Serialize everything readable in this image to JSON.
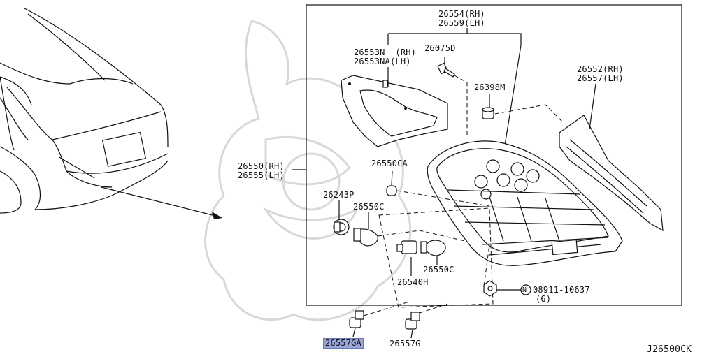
{
  "diagram_id": "J26500CK",
  "part_labels": {
    "p26554": "26554(RH)",
    "p26559": "26559(LH)",
    "p26553n": "26553N  (RH)",
    "p26553na": "26553NA(LH)",
    "p26075d": "26075D",
    "p26398m": "26398M",
    "p26552": "26552(RH)",
    "p26557": "26557(LH)",
    "p26550": "26550(RH)",
    "p26555": "26555(LH)",
    "p26550ca": "26550CA",
    "p26243p": "26243P",
    "p26550c_a": "26550C",
    "p26550c_b": "26550C",
    "p26540h": "26540H",
    "p08911": "08911-10637",
    "p08911_qty": "(6)",
    "p08911_symbol": "N",
    "p26557ga": "26557GA",
    "p26557g": "26557G"
  },
  "highlighted_part": "26557GA"
}
